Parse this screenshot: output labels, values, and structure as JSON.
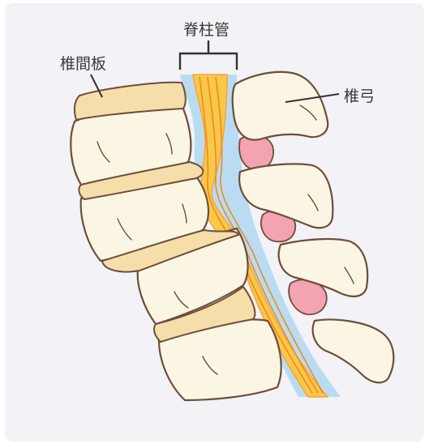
{
  "labels": {
    "spinal_canal": "脊柱管",
    "intervertebral_disc": "椎間板",
    "vertebral_arch": "椎弓"
  },
  "colors": {
    "panel_bg": "#f2f2f7",
    "bone_fill": "#fbf6e4",
    "bone_stroke": "#6e4d3a",
    "disc_fill": "#f6deaa",
    "canal_fill": "#b9dcf2",
    "cord_fill": "#f9c74a",
    "nerve_line": "#f08a1e",
    "ligament_fill": "#f4a3b3"
  }
}
